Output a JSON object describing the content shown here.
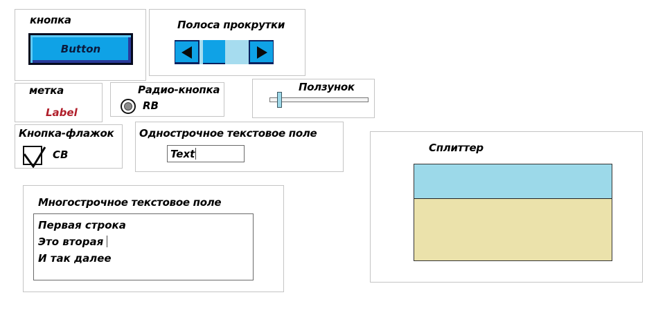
{
  "button_panel": {
    "title": "кнопка",
    "button_label": "Button"
  },
  "scrollbar_panel": {
    "title": "Полоса прокрутки",
    "left_arrow_icon": "triangle-left",
    "right_arrow_icon": "triangle-right"
  },
  "label_panel": {
    "title": "метка",
    "label_text": "Label"
  },
  "radio_panel": {
    "title": "Радио-кнопка",
    "radio_label": "RB",
    "selected": true
  },
  "slider_panel": {
    "title": "Ползунок",
    "value_fraction": 0.08
  },
  "checkbox_panel": {
    "title": "Кнопка-флажок",
    "checkbox_label": "CB",
    "checked": true
  },
  "textfield_panel": {
    "title": "Однострочное текстовое поле",
    "value": "Text"
  },
  "textarea_panel": {
    "title": "Многострочное текстовое поле",
    "lines": [
      "Первая строка",
      "Это вторая",
      "И так далее"
    ]
  },
  "splitter_panel": {
    "title": "Сплиттер"
  },
  "colors": {
    "button_blue": "#0fa2e6",
    "label_red": "#b01e2a",
    "pane_top": "#9cd9e9",
    "pane_bottom": "#ebe2ab",
    "track_light": "#a6dcef"
  }
}
